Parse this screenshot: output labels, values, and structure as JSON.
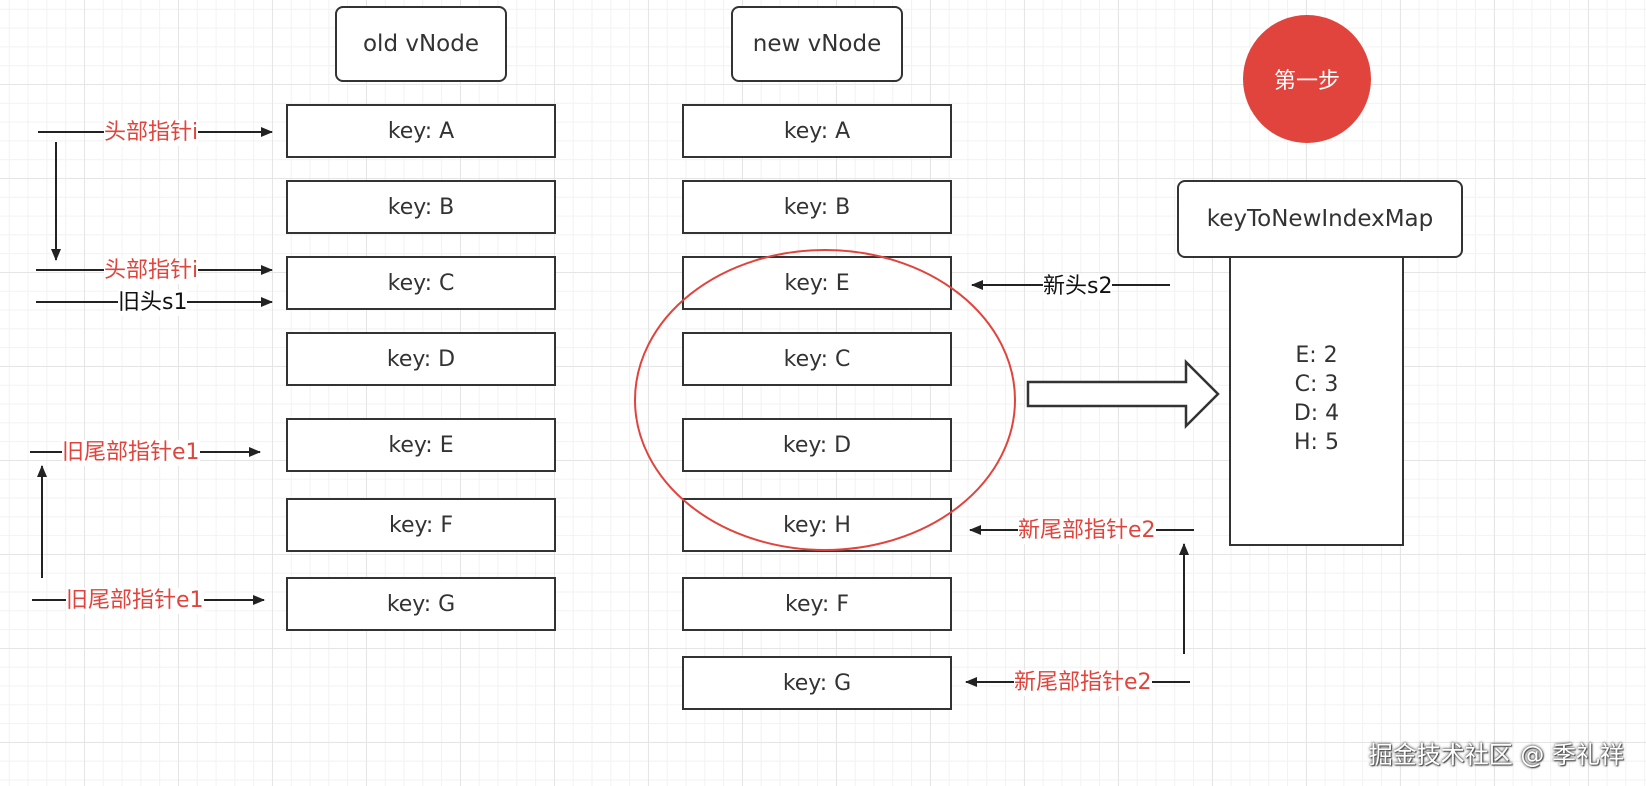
{
  "old_column": {
    "header": "old vNode",
    "nodes": [
      "key: A",
      "key: B",
      "key: C",
      "key: D",
      "key: E",
      "key: F",
      "key: G"
    ]
  },
  "new_column": {
    "header": "new vNode",
    "nodes": [
      "key: A",
      "key: B",
      "key: E",
      "key: C",
      "key: D",
      "key: H",
      "key: F",
      "key: G"
    ]
  },
  "step": "第一步",
  "key_map": {
    "title": "keyToNewIndexMap",
    "entries": [
      "E: 2",
      "C: 3",
      "D: 4",
      "H: 5"
    ]
  },
  "pointers": {
    "head_i_1": "头部指针i",
    "head_i_2": "头部指针i",
    "old_head_s1": "旧头s1",
    "old_tail_e1_1": "旧尾部指针e1",
    "old_tail_e1_2": "旧尾部指针e1",
    "new_head_s2": "新头s2",
    "new_tail_e2_1": "新尾部指针e2",
    "new_tail_e2_2": "新尾部指针e2"
  },
  "watermark": "掘金技术社区 @ 季礼祥",
  "colors": {
    "accent_red": "#e0443d",
    "stroke": "#333333"
  }
}
